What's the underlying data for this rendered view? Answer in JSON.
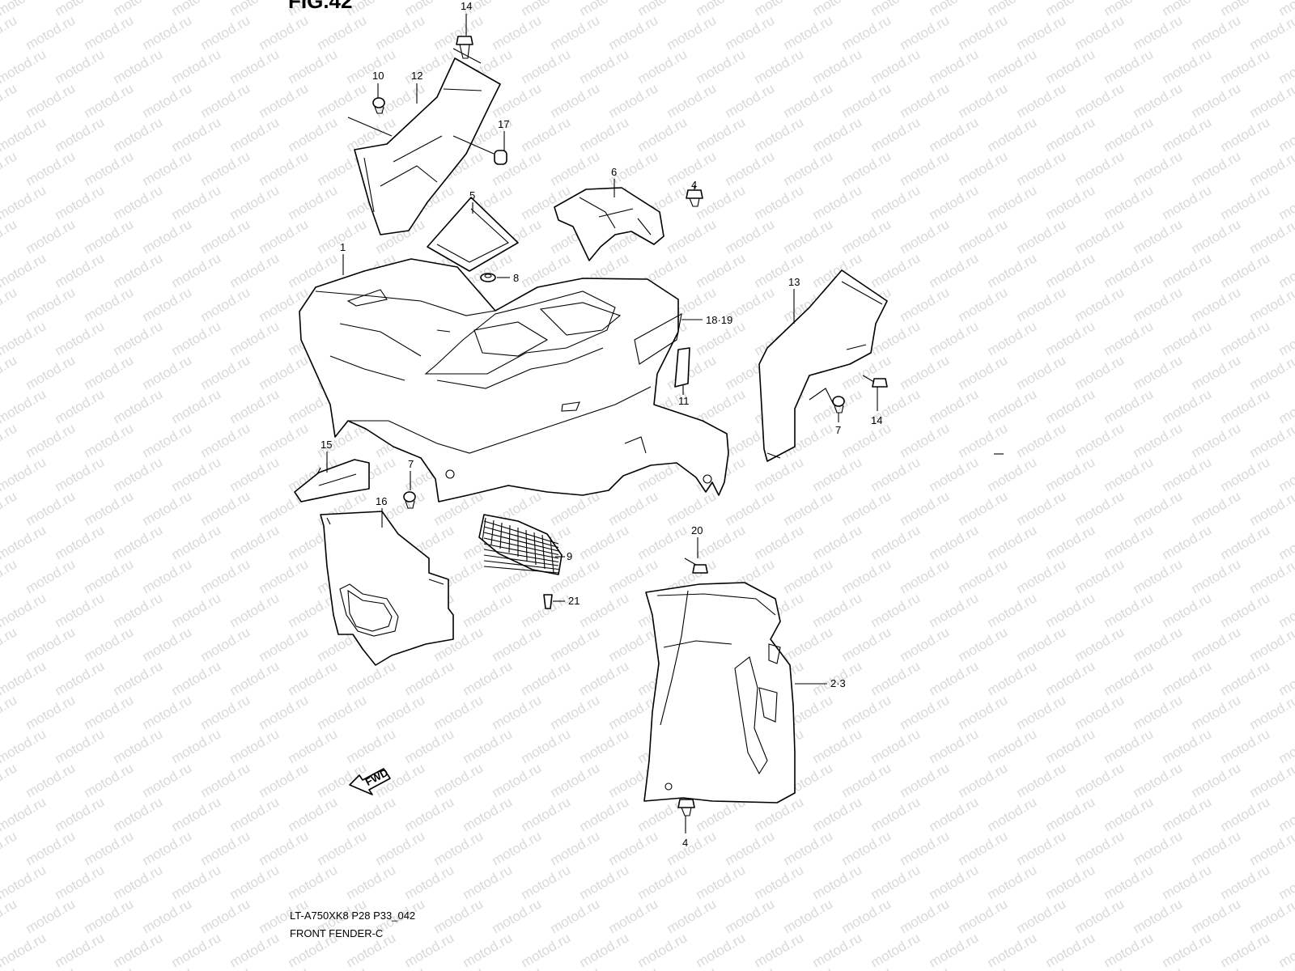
{
  "figure_title": "FIG.42",
  "watermark": "motod.ru",
  "callouts": [
    {
      "id": "c14a",
      "label": "14"
    },
    {
      "id": "c10",
      "label": "10"
    },
    {
      "id": "c12",
      "label": "12"
    },
    {
      "id": "c17",
      "label": "17"
    },
    {
      "id": "c6",
      "label": "6"
    },
    {
      "id": "c4a",
      "label": "4"
    },
    {
      "id": "c5",
      "label": "5"
    },
    {
      "id": "c1",
      "label": "1"
    },
    {
      "id": "c8",
      "label": "8"
    },
    {
      "id": "c13",
      "label": "13"
    },
    {
      "id": "c1819",
      "label": "18·19"
    },
    {
      "id": "c11",
      "label": "11"
    },
    {
      "id": "c14b",
      "label": "14"
    },
    {
      "id": "c7a",
      "label": "7"
    },
    {
      "id": "c15",
      "label": "15"
    },
    {
      "id": "c7b",
      "label": "7"
    },
    {
      "id": "c16",
      "label": "16"
    },
    {
      "id": "c9",
      "label": "9"
    },
    {
      "id": "c20",
      "label": "20"
    },
    {
      "id": "c21",
      "label": "21"
    },
    {
      "id": "c23",
      "label": "2·3"
    },
    {
      "id": "c4b",
      "label": "4"
    }
  ],
  "fwd_label": "FWD",
  "footer": {
    "model_code": "LT-A750XK8 P28 P33_042",
    "diagram_title": "FRONT FENDER-C"
  }
}
